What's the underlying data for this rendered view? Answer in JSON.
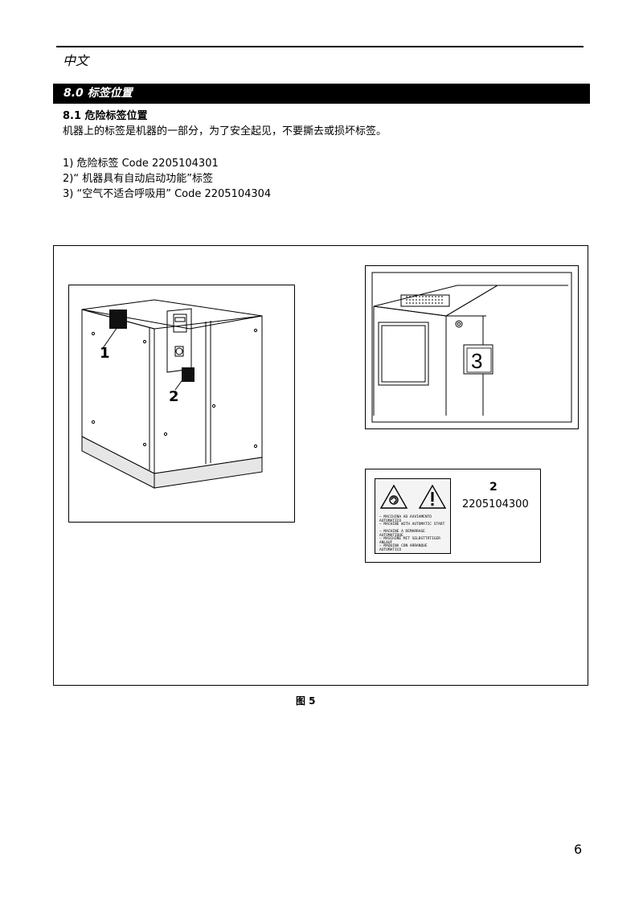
{
  "header": {
    "language": "中文"
  },
  "section": {
    "title": "8.0 标签位置"
  },
  "subsection": {
    "title": "8.1 危险标签位置"
  },
  "intro_text": "机器上的标签是机器的一部分，为了安全起见，不要撕去或损坏标签。",
  "labels_list": [
    "1)  危险标签 Code 2205104301",
    "2)“ 机器具有自动启动功能”标签",
    "3)  “空气不适合呼吸用” Code 2205104304"
  ],
  "figure": {
    "callout_1": "1",
    "callout_2": "2",
    "callout_3": "3",
    "label2_number": "2",
    "label2_code": "2205104300",
    "label2_lines": [
      "— MACCHINA AD AVVIAMENTO AUTOMATICO",
      "— MACHINE WITH AUTOMATIC START",
      "— MACHINE A DEMARRAGE AUTOMATIQUE",
      "— MASCHINE MIT SELBSTTÄTIGER ANLAUF",
      "— MÁQUINA CON ARRANQUE AUTOMATICO"
    ],
    "caption": "图 5"
  },
  "page_number": "6"
}
